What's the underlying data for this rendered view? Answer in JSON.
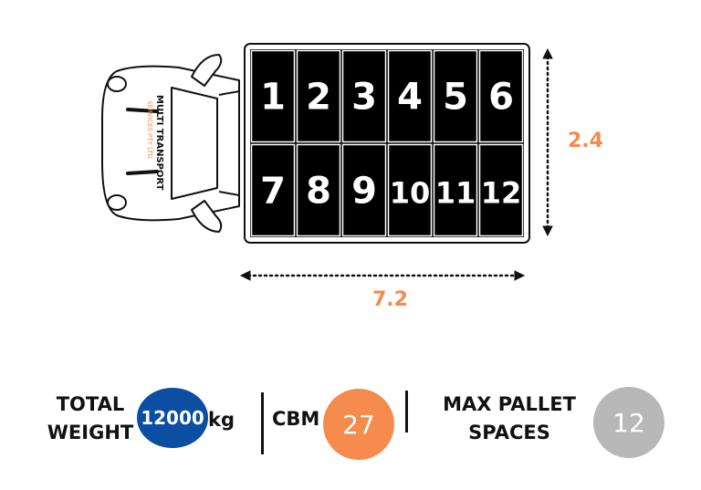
{
  "diagram": {
    "truck_brand": "MULTI TRANSPORT",
    "truck_brand_sub": "SERVICES PTY LTD",
    "pallet_slots": [
      "1",
      "2",
      "3",
      "4",
      "5",
      "6",
      "7",
      "8",
      "9",
      "10",
      "11",
      "12"
    ],
    "dimension_width": "7.2",
    "dimension_height": "2.4"
  },
  "stats": {
    "weight_label_line1": "TOTAL",
    "weight_label_line2": "WEIGHT",
    "weight_value": "12000",
    "weight_unit": "kg",
    "cbm_label": "CBM",
    "cbm_value": "27",
    "pallet_label_line1": "MAX PALLET",
    "pallet_label_line2": "SPACES",
    "pallet_value": "12"
  },
  "colors": {
    "accent_orange": "#F58B4C",
    "blue": "#0B4EA2",
    "grey": "#B8B8B8",
    "cargo_bg": "#000000"
  }
}
